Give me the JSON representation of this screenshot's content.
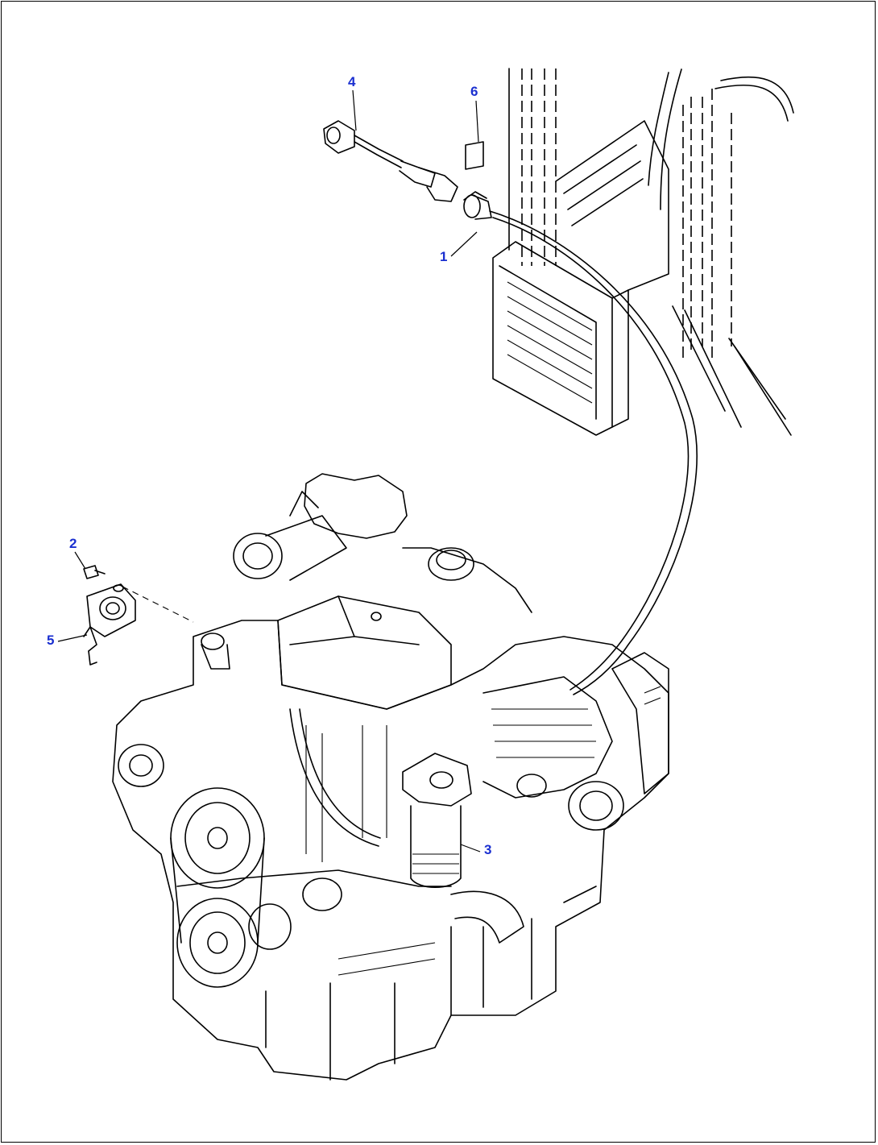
{
  "callouts": [
    {
      "id": "1",
      "label": "1"
    },
    {
      "id": "2",
      "label": "2"
    },
    {
      "id": "3",
      "label": "3"
    },
    {
      "id": "4",
      "label": "4"
    },
    {
      "id": "5",
      "label": "5"
    },
    {
      "id": "6",
      "label": "6"
    }
  ],
  "colors": {
    "callout": "#1a2fd0",
    "line": "#000000",
    "background": "#ffffff"
  }
}
